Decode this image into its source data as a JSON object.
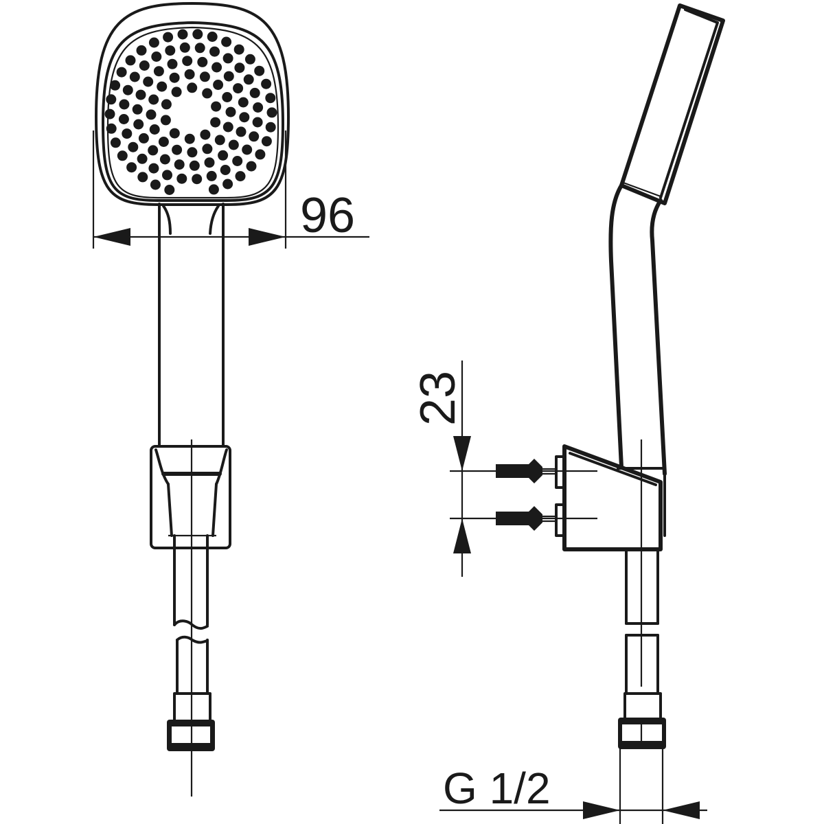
{
  "drawing": {
    "subject": "Hand shower with wall bracket and hose",
    "line_color": "#1a1a1a",
    "background": "#ffffff",
    "views": [
      {
        "name": "front-view",
        "description": "Front view of hand shower head with spray nozzles, handle, wall holder and hose"
      },
      {
        "name": "side-view",
        "description": "Side view of hand shower in wall holder with wall plugs and hose"
      }
    ],
    "dimensions": {
      "head_width": {
        "label": "96",
        "unit": "mm"
      },
      "bracket_hole_spacing": {
        "label": "23",
        "unit": "mm"
      },
      "hose_thread": {
        "label": "G 1/2"
      }
    }
  }
}
